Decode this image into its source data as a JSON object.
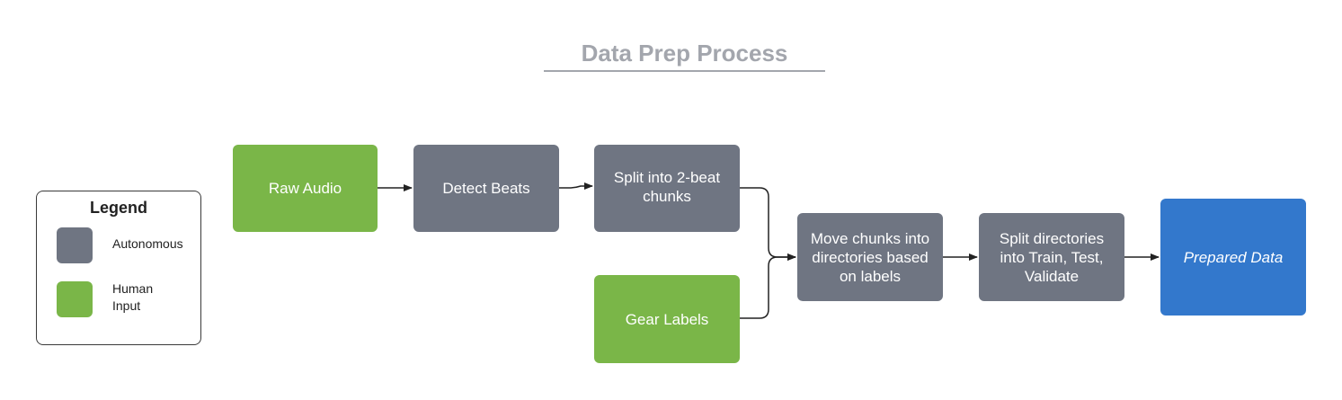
{
  "title": "Data Prep Process",
  "legend": {
    "title": "Legend",
    "items": [
      {
        "label": "Autonomous",
        "color": "#6f7582"
      },
      {
        "label": "Human Input",
        "color": "#7ab648"
      }
    ]
  },
  "colors": {
    "human_input": "#7ab648",
    "autonomous": "#6f7582",
    "output": "#3378cc",
    "title": "#a3a6ad",
    "edge": "#222222"
  },
  "nodes": {
    "raw_audio": "Raw Audio",
    "detect_beats": "Detect Beats",
    "split_chunks": "Split into 2-beat chunks",
    "gear_labels": "Gear Labels",
    "move_chunks": "Move chunks into directories based on labels",
    "split_dirs": "Split directories into Train, Test, Validate",
    "prepared_data": "Prepared Data"
  },
  "edges": [
    {
      "from": "raw_audio",
      "to": "detect_beats"
    },
    {
      "from": "detect_beats",
      "to": "split_chunks"
    },
    {
      "from": "split_chunks",
      "to": "move_chunks"
    },
    {
      "from": "gear_labels",
      "to": "move_chunks"
    },
    {
      "from": "move_chunks",
      "to": "split_dirs"
    },
    {
      "from": "split_dirs",
      "to": "prepared_data"
    }
  ]
}
